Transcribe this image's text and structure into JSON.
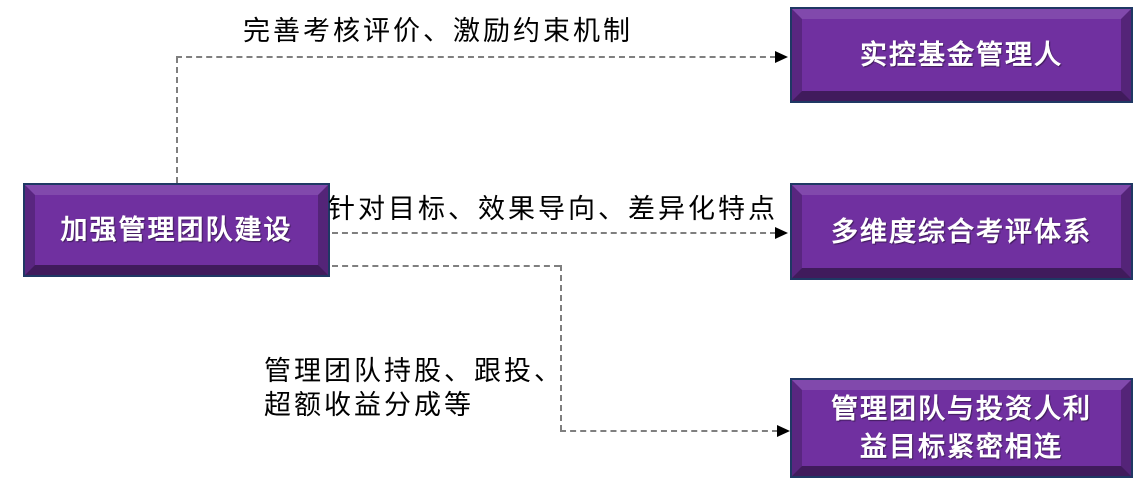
{
  "diagram": {
    "source": {
      "label": "加强管理团队建设"
    },
    "edges": [
      {
        "position": "top",
        "label": "完善考核评价、激励约束机制"
      },
      {
        "position": "middle",
        "label": "针对目标、效果导向、差异化特点"
      },
      {
        "position": "bottom",
        "label": "管理团队持股、跟投、超额收益分成等",
        "line1": "管理团队持股、跟投、",
        "line2": "超额收益分成等"
      }
    ],
    "targets": [
      {
        "label": "实控基金管理人"
      },
      {
        "label": "多维度综合考评体系"
      },
      {
        "label": "管理团队与投资人利益目标紧密相连",
        "line1": "管理团队与投资人利",
        "line2": "益目标紧密相连"
      }
    ],
    "colors": {
      "node_fill": "#7030A0",
      "node_outline": "#1F3864",
      "node_text": "#FFFFFF",
      "connector": "#7F7F7F",
      "arrowhead": "#000000",
      "label_text": "#000000",
      "background": "#FFFFFF"
    }
  }
}
